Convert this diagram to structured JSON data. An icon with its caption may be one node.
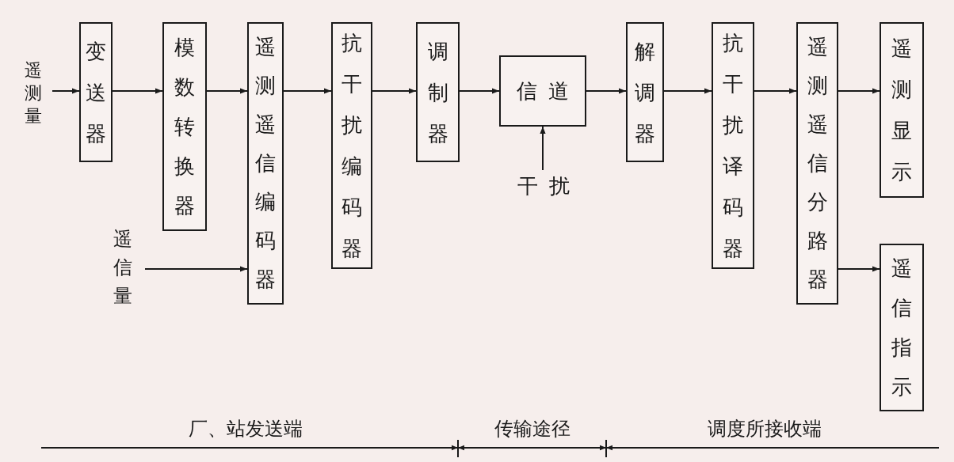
{
  "diagram": {
    "nodes": [
      {
        "text": [
          "遥测量"
        ]
      },
      {
        "text": [
          "变送器"
        ]
      },
      {
        "text": [
          "模数转换器"
        ]
      },
      {
        "text": [
          "遥测遥信编码器"
        ]
      },
      {
        "text": [
          "抗干扰编码器"
        ]
      },
      {
        "text": [
          "调制器"
        ]
      },
      {
        "text": [
          "信道"
        ]
      },
      {
        "text": [
          "干扰"
        ]
      },
      {
        "text": [
          "解调器"
        ]
      },
      {
        "text": [
          "抗干扰译码器"
        ]
      },
      {
        "text": [
          "遥测遥信分路器"
        ]
      },
      {
        "text": [
          "遥测显示"
        ]
      },
      {
        "text": [
          "遥信指示"
        ]
      },
      {
        "text": [
          "遥信量"
        ]
      }
    ],
    "edges": [
      {
        "from": 0,
        "to": 1,
        "arrow": "to"
      },
      {
        "from": 1,
        "to": 2,
        "arrow": "to"
      },
      {
        "from": 2,
        "to": 3,
        "arrow": "to"
      },
      {
        "from": 3,
        "to": 4,
        "arrow": "to"
      },
      {
        "from": 4,
        "to": 5,
        "arrow": "to"
      },
      {
        "from": 5,
        "to": 6,
        "arrow": "to"
      },
      {
        "from": 7,
        "to": 6,
        "arrow": "to"
      },
      {
        "from": 6,
        "to": 8,
        "arrow": "to"
      },
      {
        "from": 8,
        "to": 9,
        "arrow": "to"
      },
      {
        "from": 9,
        "to": 10,
        "arrow": "to"
      },
      {
        "from": 10,
        "to": 11,
        "arrow": "to"
      },
      {
        "from": 13,
        "to": 3,
        "arrow": "to"
      },
      {
        "from": 10,
        "to": 12,
        "arrow": "to"
      }
    ],
    "labels": [
      "厂、站发送端",
      "传输途径",
      "调度所接收端"
    ]
  }
}
